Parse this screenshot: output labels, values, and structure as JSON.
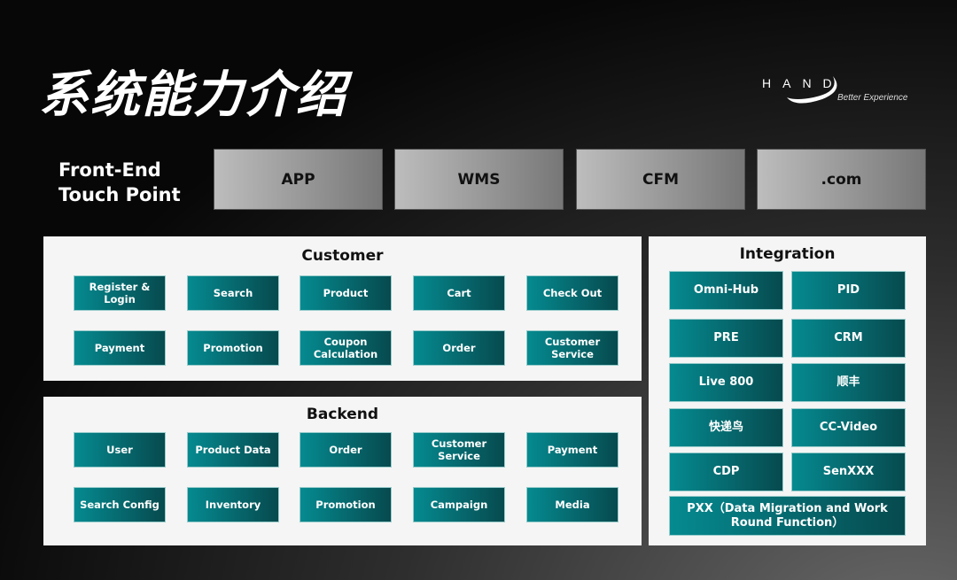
{
  "title": "系统能力介绍",
  "logo": {
    "brand": "HAND",
    "tagline": "Better Experience"
  },
  "front_end": {
    "label_line1": "Front-End",
    "label_line2": "Touch Point",
    "items": [
      "APP",
      "WMS",
      "CFM",
      ".com"
    ]
  },
  "customer": {
    "title": "Customer",
    "items": [
      "Register & Login",
      "Search",
      "Product",
      "Cart",
      "Check Out",
      "Payment",
      "Promotion",
      "Coupon Calculation",
      "Order",
      "Customer Service"
    ]
  },
  "backend": {
    "title": "Backend",
    "items": [
      "User",
      "Product Data",
      "Order",
      "Customer Service",
      "Payment",
      "Search Config",
      "Inventory",
      "Promotion",
      "Campaign",
      "Media"
    ]
  },
  "integration": {
    "title": "Integration",
    "items": [
      "Omni-Hub",
      "PID",
      "PRE",
      "CRM",
      "Live 800",
      "顺丰",
      "快递鸟",
      "CC-Video",
      "CDP",
      "SenXXX"
    ],
    "wide_item": "PXX（Data Migration and Work Round Function）"
  }
}
